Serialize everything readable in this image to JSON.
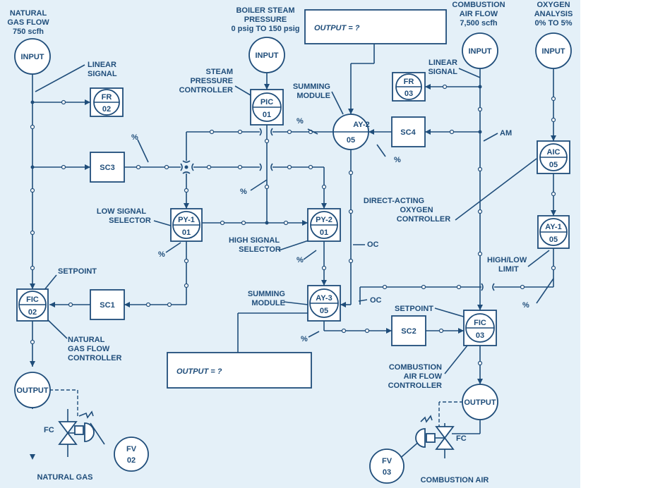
{
  "labels": {
    "natural_gas_flow": [
      "NATURAL",
      "GAS FLOW",
      "750 scfh"
    ],
    "boiler_steam_pressure": [
      "BOILER STEAM",
      "PRESSURE",
      "0 psig TO 150 psig"
    ],
    "combustion_air_flow": [
      "COMBUSTION",
      "AIR FLOW",
      "7,500 scfh"
    ],
    "oxygen_analysis": [
      "OXYGEN",
      "ANALYSIS",
      "0% TO 5%"
    ],
    "linear_signal_left": [
      "LINEAR",
      "SIGNAL"
    ],
    "linear_signal_right": [
      "LINEAR",
      "SIGNAL"
    ],
    "steam_pressure_controller": [
      "STEAM",
      "PRESSURE",
      "CONTROLLER"
    ],
    "summing_module_top": [
      "SUMMING",
      "MODULE"
    ],
    "summing_module_bottom": [
      "SUMMING",
      "MODULE"
    ],
    "low_signal_selector": [
      "LOW SIGNAL",
      "SELECTOR"
    ],
    "high_signal_selector": [
      "HIGH SIGNAL",
      "SELECTOR"
    ],
    "direct_acting": [
      "DIRECT-ACTING",
      "OXYGEN",
      "CONTROLLER"
    ],
    "high_low_limit": [
      "HIGH/LOW",
      "LIMIT"
    ],
    "setpoint_left": "SETPOINT",
    "setpoint_right": "SETPOINT",
    "natural_gas_flow_controller": [
      "NATURAL",
      "GAS FLOW",
      "CONTROLLER"
    ],
    "combustion_air_flow_controller": [
      "COMBUSTION",
      "AIR FLOW",
      "CONTROLLER"
    ],
    "natural_gas": "NATURAL GAS",
    "combustion_air": "COMBUSTION AIR",
    "am": "AM",
    "oc": "OC",
    "pct": "%",
    "fc": "FC"
  },
  "output_boxes": {
    "top": "OUTPUT = ?",
    "bottom": "OUTPUT = ?"
  },
  "nodes": {
    "input_gas": "INPUT",
    "input_steam": "INPUT",
    "input_air": "INPUT",
    "input_o2": "INPUT",
    "fr02": [
      "FR",
      "02"
    ],
    "fr03": [
      "FR",
      "03"
    ],
    "pic01": [
      "PIC",
      "01"
    ],
    "ay2": [
      "AY-2",
      "05"
    ],
    "sc4": "SC4",
    "sc3": "SC3",
    "aic05": [
      "AIC",
      "05"
    ],
    "py1": [
      "PY-1",
      "01"
    ],
    "py2": [
      "PY-2",
      "01"
    ],
    "ay1": [
      "AY-1",
      "05"
    ],
    "fic02": [
      "FIC",
      "02"
    ],
    "sc1": "SC1",
    "ay3": [
      "AY-3",
      "05"
    ],
    "sc2": "SC2",
    "fic03": [
      "FIC",
      "03"
    ],
    "output_gas": "OUTPUT",
    "output_air": "OUTPUT",
    "fv02": [
      "FV",
      "02"
    ],
    "fv03": [
      "FV",
      "03"
    ]
  }
}
